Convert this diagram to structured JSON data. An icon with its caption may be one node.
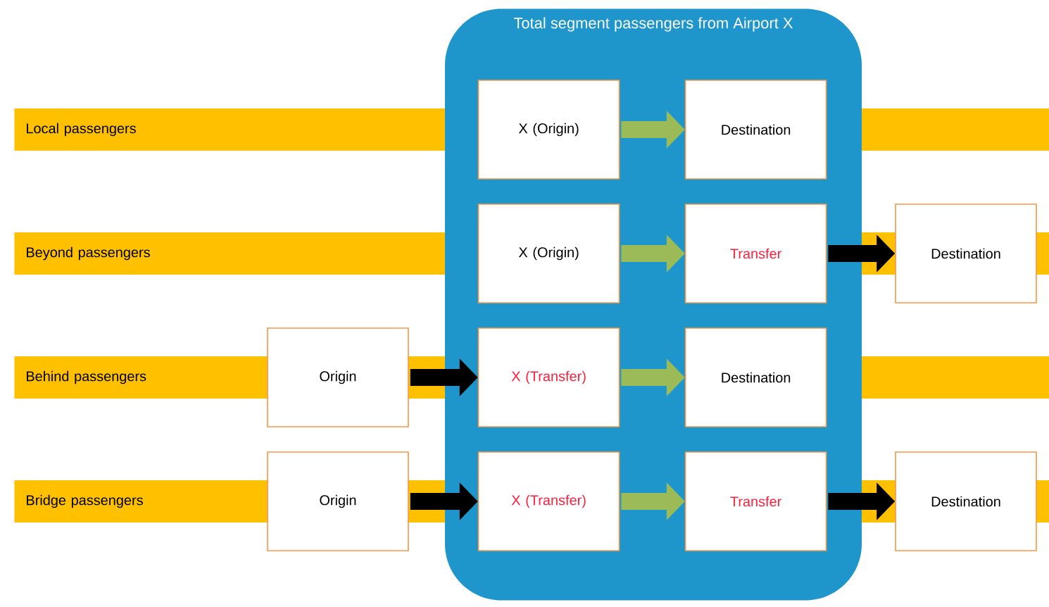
{
  "diagram": {
    "nodes": [
      {
        "text": [
          "Total segment passengers from Airport X"
        ]
      },
      {
        "text": [
          "Local passengers"
        ]
      },
      {
        "text": [
          "X (Origin)"
        ],
        "in": 0
      },
      {
        "text": [
          "Destination"
        ],
        "in": 0
      },
      {
        "text": [
          "Beyond passengers"
        ]
      },
      {
        "text": [
          "X (Origin)"
        ],
        "in": 0
      },
      {
        "text": [
          "Transfer"
        ],
        "in": 0
      },
      {
        "text": [
          "Destination"
        ]
      },
      {
        "text": [
          "Behind passengers"
        ]
      },
      {
        "text": [
          "Origin"
        ]
      },
      {
        "text": [
          "X (Transfer)"
        ],
        "in": 0
      },
      {
        "text": [
          "Destination"
        ],
        "in": 0
      },
      {
        "text": [
          "Bridge passengers"
        ]
      },
      {
        "text": [
          "Origin"
        ]
      },
      {
        "text": [
          "X (Transfer)"
        ],
        "in": 0
      },
      {
        "text": [
          "Transfer"
        ],
        "in": 0
      },
      {
        "text": [
          "Destination"
        ]
      }
    ],
    "edges": [
      {
        "from": 2,
        "to": 3,
        "arrow": "to",
        "color": "#9bbb59"
      },
      {
        "from": 5,
        "to": 6,
        "arrow": "to",
        "color": "#9bbb59"
      },
      {
        "from": 6,
        "to": 7,
        "arrow": "to",
        "color": "#000000"
      },
      {
        "from": 9,
        "to": 10,
        "arrow": "to",
        "color": "#000000"
      },
      {
        "from": 10,
        "to": 11,
        "arrow": "to",
        "color": "#9bbb59"
      },
      {
        "from": 13,
        "to": 14,
        "arrow": "to",
        "color": "#000000"
      },
      {
        "from": 14,
        "to": 15,
        "arrow": "to",
        "color": "#9bbb59"
      },
      {
        "from": 15,
        "to": 16,
        "arrow": "to",
        "color": "#000000"
      }
    ]
  }
}
